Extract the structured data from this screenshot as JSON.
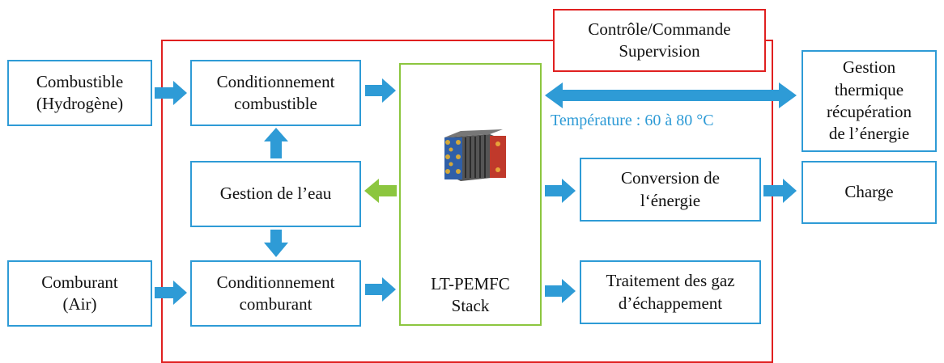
{
  "nodes": {
    "combustible_source": [
      "Combustible",
      "(Hydrogène)"
    ],
    "comburant_source": [
      "Comburant",
      "(Air)"
    ],
    "cond_combustible": [
      "Conditionnement",
      "combustible"
    ],
    "gestion_eau": [
      "Gestion de l’eau"
    ],
    "cond_comburant": [
      "Conditionnement",
      "comburant"
    ],
    "stack": [
      "LT-PEMFC",
      "Stack"
    ],
    "controle": [
      "Contrôle/Commande",
      "Supervision"
    ],
    "gestion_thermique": [
      "Gestion",
      "thermique",
      "récupération",
      "de l’énergie"
    ],
    "conversion": [
      "Conversion de",
      "l‘énergie"
    ],
    "charge": [
      "Charge"
    ],
    "traitement": [
      "Traitement des gaz",
      "d’échappement"
    ]
  },
  "temperature_label": "Température : 60 à 80 °C",
  "icons": {
    "stack_image": "fuel-cell-stack-icon"
  },
  "colors": {
    "blue": "#2e9bd6",
    "red": "#e02020",
    "green": "#8cc63f"
  }
}
